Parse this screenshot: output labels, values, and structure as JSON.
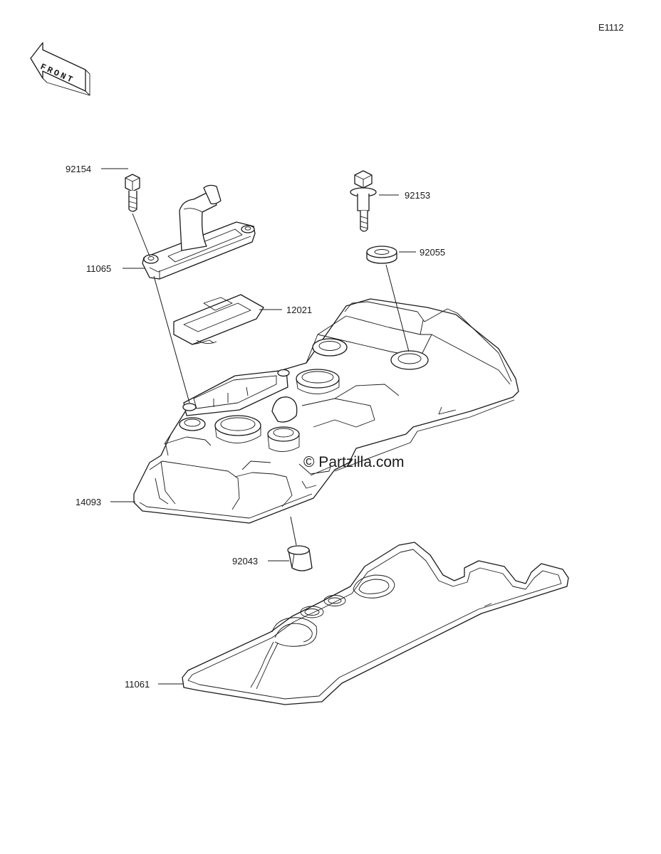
{
  "diagram_code": "E1112",
  "front_label": "FRONT",
  "watermark": "© Partzilla.com",
  "parts": [
    {
      "id": "p92154",
      "number": "92154"
    },
    {
      "id": "p11065",
      "number": "11065"
    },
    {
      "id": "p12021",
      "number": "12021"
    },
    {
      "id": "p92153",
      "number": "92153"
    },
    {
      "id": "p92055",
      "number": "92055"
    },
    {
      "id": "p14093",
      "number": "14093"
    },
    {
      "id": "p92043",
      "number": "92043"
    },
    {
      "id": "p11061",
      "number": "11061"
    }
  ]
}
